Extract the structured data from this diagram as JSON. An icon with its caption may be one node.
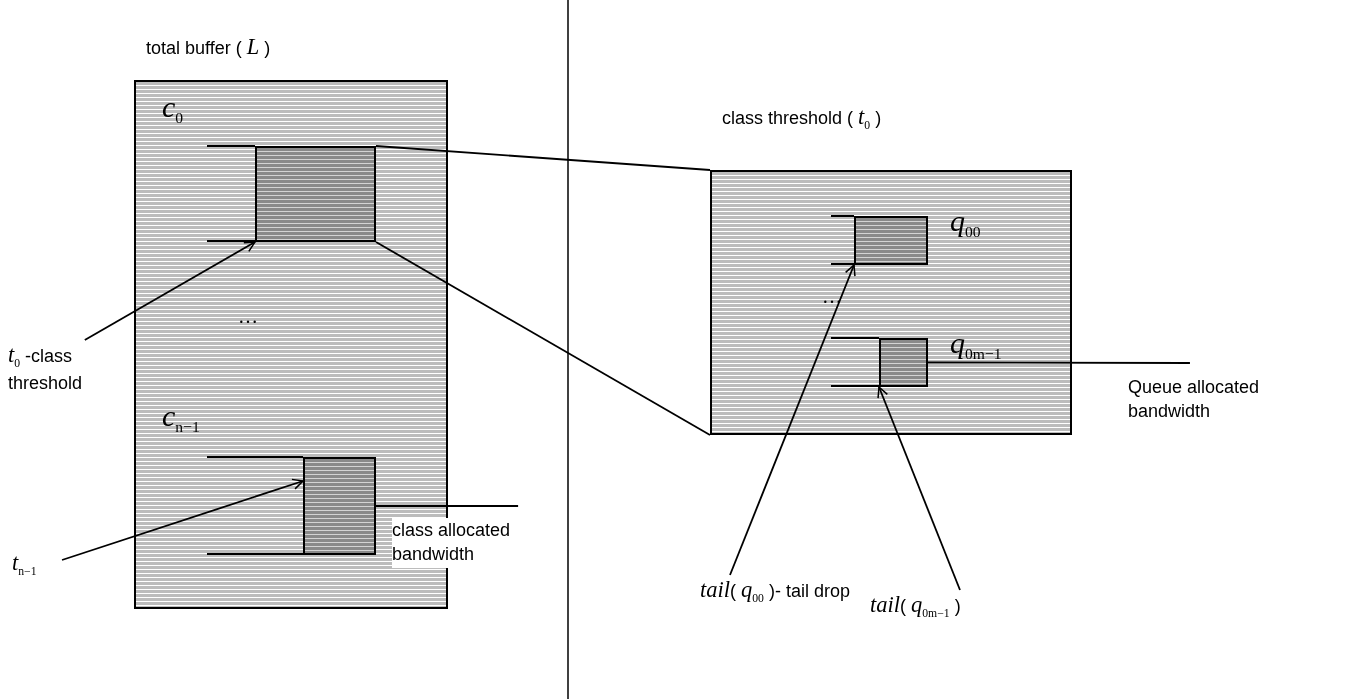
{
  "diagram": {
    "nodes": [
      {
        "text": [
          "total buffer ( *L* )"
        ]
      },
      {
        "text": [],
        "shape": "box",
        "in": 0,
        "beside": [
          "*c*$_{0}$"
        ]
      },
      {
        "text": [],
        "shape": "box",
        "in": 0,
        "beside": [
          "*c*$_{n−1}$"
        ]
      },
      {
        "text": [
          "*t*$_{0}$ -class threshold"
        ]
      },
      {
        "text": [
          "*t*$_{n−1}$"
        ]
      },
      {
        "text": [
          "class allocated bandwidth"
        ]
      },
      {
        "text": [
          "class threshold ( *t*$_{0}$ )"
        ]
      },
      {
        "text": [],
        "shape": "box",
        "in": 6,
        "beside": [
          "*q*$_{00}$"
        ]
      },
      {
        "text": [],
        "shape": "box",
        "in": 6,
        "beside": [
          "*q*$_{0m−1}$"
        ]
      },
      {
        "text": [
          "Queue allocated bandwidth"
        ]
      },
      {
        "text": [
          "*tail*( *q*$_{00}$ )- tail drop"
        ]
      },
      {
        "text": [
          "*tail*( *q*$_{0m−1}$ )"
        ]
      }
    ],
    "edges": [
      {
        "from": 3,
        "to": 1,
        "arrow": "to"
      },
      {
        "from": 4,
        "to": 2,
        "arrow": "to"
      },
      {
        "from": 5,
        "to": 2,
        "arrow": "none"
      },
      {
        "from": 1,
        "to": 6,
        "arrow": "none"
      },
      {
        "from": 1,
        "to": 6,
        "arrow": "none"
      },
      {
        "from": 10,
        "to": 7,
        "arrow": "to"
      },
      {
        "from": 11,
        "to": 8,
        "arrow": "to"
      },
      {
        "from": 9,
        "to": 8,
        "arrow": "none"
      }
    ],
    "labels": [
      "…",
      "…"
    ]
  }
}
